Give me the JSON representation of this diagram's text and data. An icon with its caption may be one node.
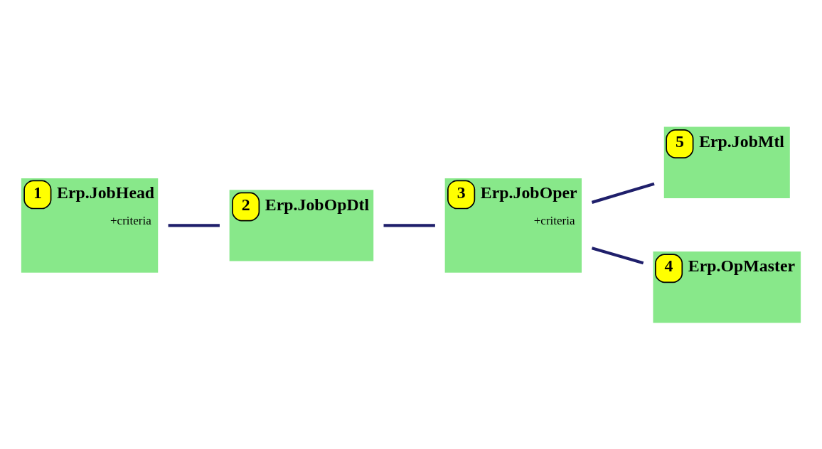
{
  "diagram": {
    "nodes": [
      {
        "text": [
          "1",
          "Erp.JobHead",
          "+criteria"
        ]
      },
      {
        "text": [
          "2",
          "Erp.JobOpDtl"
        ]
      },
      {
        "text": [
          "5",
          "Erp.JobMtl"
        ]
      },
      {
        "text": [
          "3",
          "Erp.JobOper",
          "+criteria"
        ]
      },
      {
        "text": [
          "4",
          "Erp.OpMaster"
        ]
      }
    ],
    "edges": [
      {
        "from": 0,
        "to": 1,
        "arrow": "none"
      },
      {
        "from": 1,
        "to": 3,
        "arrow": "none"
      },
      {
        "from": 3,
        "to": 2,
        "arrow": "none"
      },
      {
        "from": 3,
        "to": 4,
        "arrow": "none"
      }
    ]
  }
}
